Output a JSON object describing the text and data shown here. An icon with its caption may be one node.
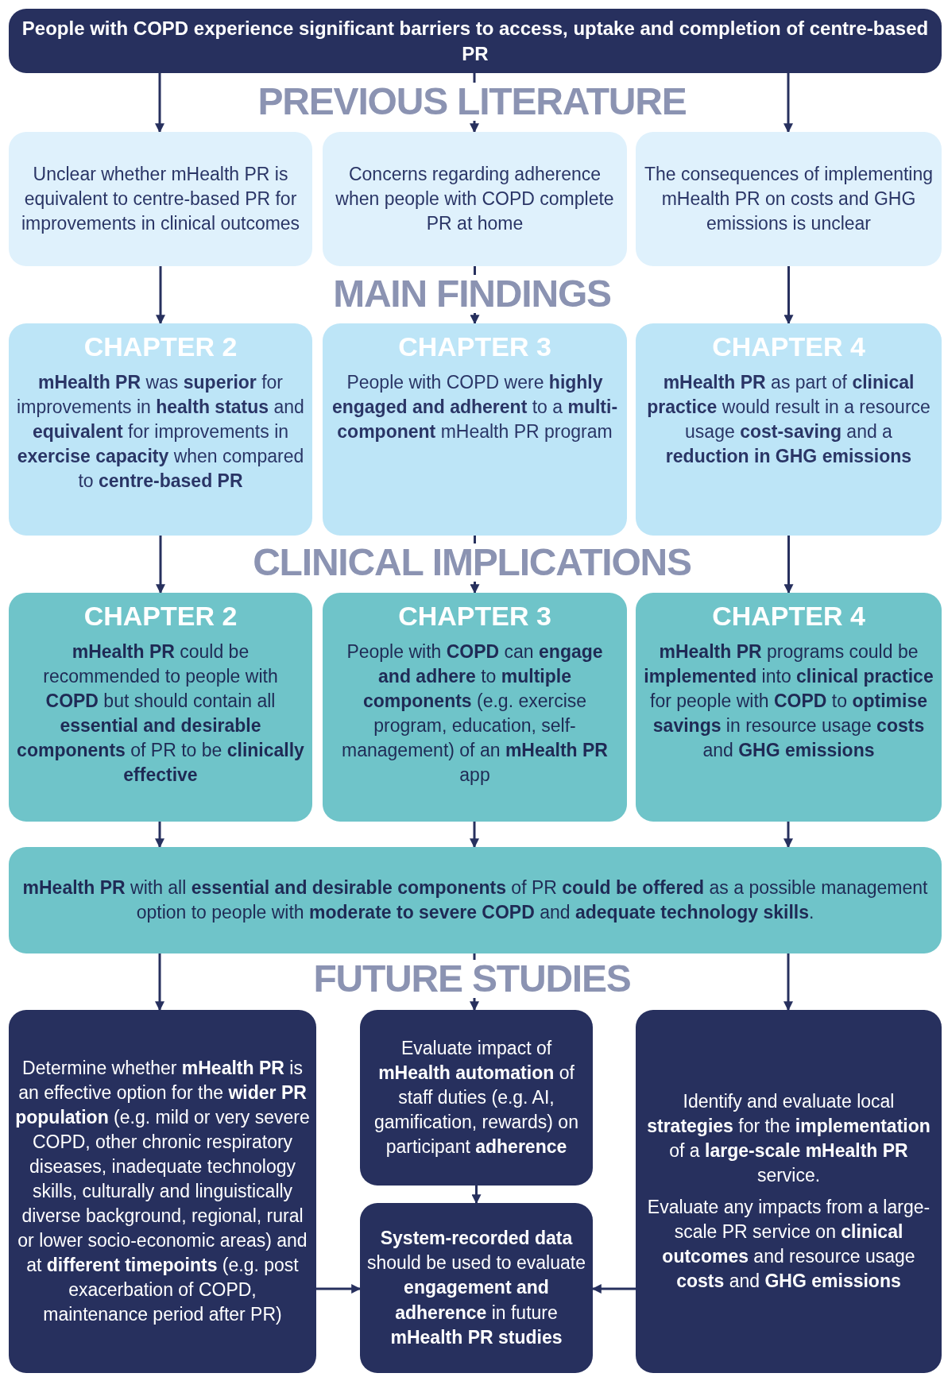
{
  "diagram": {
    "nodes": [
      {
        "text": [
          "People with COPD experience significant barriers to access, uptake and completion of centre-based PR"
        ]
      },
      {
        "text": [
          "Unclear whether mHealth PR is equivalent to centre-based PR for improvements in clinical outcomes"
        ]
      },
      {
        "text": [
          "Concerns regarding adherence when people with COPD complete PR at home"
        ]
      },
      {
        "text": [
          "The consequences of implementing mHealth PR on costs and GHG emissions is unclear"
        ]
      },
      {
        "text": [
          "CHAPTER 2",
          "**mHealth PR** was **superior** for improvements in **health status** and **equivalent** for improvements in **exercise capacity** when compared to **centre-based PR**"
        ]
      },
      {
        "text": [
          "CHAPTER 3",
          "People with COPD were **highly engaged and adherent** to a **multi-component** mHealth PR program"
        ]
      },
      {
        "text": [
          "CHAPTER 4",
          "**mHealth PR** as part of **clinical practice** would result in a resource usage **cost-saving** and a **reduction in GHG emissions**"
        ]
      },
      {
        "text": [
          "CHAPTER 2",
          "**mHealth PR** could be recommended to people with **COPD** but should contain all **essential and desirable components** of PR to be **clinically effective**"
        ]
      },
      {
        "text": [
          "CHAPTER 3",
          "People with **COPD** can **engage and adhere** to **multiple components** (e.g. exercise program, education, self-management) of an **mHealth PR** app"
        ]
      },
      {
        "text": [
          "CHAPTER 4",
          "**mHealth PR** programs could be **implemented** into **clinical practice** for people with **COPD** to **optimise savings** in resource usage **costs** and **GHG emissions**"
        ]
      },
      {
        "text": [
          "**mHealth PR** with all **essential and desirable components** of PR **could be offered** as a possible management option to people with **moderate to severe COPD** and **adequate technology skills**."
        ]
      },
      {
        "text": [
          "Determine whether **mHealth PR** is an effective option for the **wider PR population** (e.g. mild or very severe COPD, other chronic respiratory diseases, inadequate technology skills, culturally and linguistically diverse background, regional, rural or lower socio-economic areas) and at **different timepoints** (e.g. post exacerbation of COPD, maintenance period after PR)"
        ]
      },
      {
        "text": [
          "Evaluate impact of **mHealth automation** of staff duties (e.g. AI, gamification, rewards) on participant **adherence**"
        ]
      },
      {
        "text": [
          "**System-recorded data** should be used to evaluate **engagement and adherence** in future **mHealth PR studies**"
        ]
      },
      {
        "text": [
          "Identify and evaluate local **strategies** for the **implementation** of a **large-scale mHealth PR** service.",
          "Evaluate any impacts from a large-scale PR service on **clinical outcomes** and resource usage **costs** and **GHG emissions**"
        ]
      }
    ],
    "edges": [
      {
        "from": 0,
        "to": 1,
        "arrow": "to"
      },
      {
        "from": 0,
        "to": 2,
        "arrow": "to"
      },
      {
        "from": 0,
        "to": 3,
        "arrow": "to"
      },
      {
        "from": 1,
        "to": 4,
        "arrow": "to"
      },
      {
        "from": 2,
        "to": 5,
        "arrow": "to"
      },
      {
        "from": 3,
        "to": 6,
        "arrow": "to"
      },
      {
        "from": 4,
        "to": 7,
        "arrow": "to"
      },
      {
        "from": 5,
        "to": 8,
        "arrow": "to"
      },
      {
        "from": 6,
        "to": 9,
        "arrow": "to"
      },
      {
        "from": 7,
        "to": 10,
        "arrow": "to"
      },
      {
        "from": 8,
        "to": 10,
        "arrow": "to"
      },
      {
        "from": 9,
        "to": 10,
        "arrow": "to"
      },
      {
        "from": 10,
        "to": 11,
        "arrow": "to"
      },
      {
        "from": 10,
        "to": 12,
        "arrow": "to"
      },
      {
        "from": 10,
        "to": 14,
        "arrow": "to"
      },
      {
        "from": 12,
        "to": 13,
        "arrow": "to"
      },
      {
        "from": 11,
        "to": 13,
        "arrow": "to"
      },
      {
        "from": 14,
        "to": 13,
        "arrow": "to"
      }
    ],
    "labels": [
      "PREVIOUS LITERATURE",
      "MAIN FINDINGS",
      "CLINICAL IMPLICATIONS",
      "FUTURE STUDIES"
    ]
  }
}
